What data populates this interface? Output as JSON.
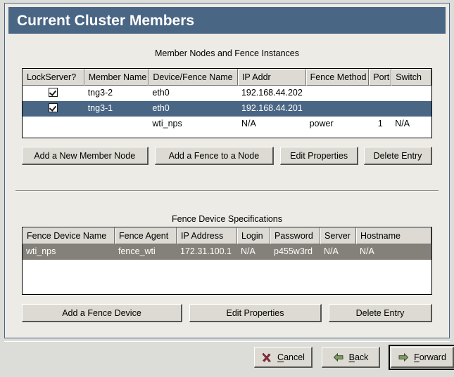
{
  "window": {
    "title": "Current Cluster Members"
  },
  "members_section": {
    "caption": "Member Nodes and Fence Instances",
    "columns": [
      "LockServer?",
      "Member Name",
      "Device/Fence Name",
      "IP Addr",
      "Fence Method",
      "Port",
      "Switch"
    ],
    "rows": [
      {
        "lockserver": true,
        "member_name": "tng3-2",
        "device_fence_name": "eth0",
        "ip_addr": "192.168.44.202",
        "fence_method": "",
        "port": "",
        "switch": "",
        "selected": false
      },
      {
        "lockserver": true,
        "member_name": "tng3-1",
        "device_fence_name": "eth0",
        "ip_addr": "192.168.44.201",
        "fence_method": "",
        "port": "",
        "switch": "",
        "selected": true
      },
      {
        "lockserver": false,
        "member_name": "",
        "device_fence_name": "wti_nps",
        "ip_addr": "N/A",
        "fence_method": "power",
        "port": "1",
        "switch": "N/A",
        "selected": false
      }
    ],
    "buttons": {
      "add_member": "Add a New Member Node",
      "add_fence": "Add a Fence to a Node",
      "edit_properties": "Edit Properties",
      "delete_entry": "Delete Entry"
    }
  },
  "fence_section": {
    "caption": "Fence Device Specifications",
    "columns": [
      "Fence Device Name",
      "Fence Agent",
      "IP Address",
      "Login",
      "Password",
      "Server",
      "Hostname"
    ],
    "rows": [
      {
        "fence_device_name": "wti_nps",
        "fence_agent": "fence_wti",
        "ip_address": "172.31.100.1",
        "login": "N/A",
        "password": "p455w3rd",
        "server": "N/A",
        "hostname": "N/A",
        "selected": true
      }
    ],
    "buttons": {
      "add_device": "Add a Fence Device",
      "edit_properties": "Edit Properties",
      "delete_entry": "Delete Entry"
    }
  },
  "nav": {
    "cancel": "Cancel",
    "back": "Back",
    "forward": "Forward",
    "cancel_mnemonic": "C",
    "back_mnemonic": "B",
    "forward_mnemonic": "F"
  },
  "colors": {
    "title_bar": "#4a6685",
    "selection_active": "#4a6685",
    "selection_inactive": "#84817a",
    "panel_bg": "#edebe5",
    "desktop_bg": "#dcdcd8",
    "button_face": "#dcdad2",
    "cancel_icon": "#8f2d3f",
    "arrow_icon": "#7f9b63"
  }
}
